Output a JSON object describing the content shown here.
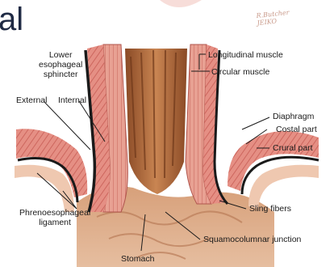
{
  "title_fragment": "al",
  "signature": "R.Butcher\nJEIKO",
  "labels": {
    "lower_esophageal_sphincter": [
      "Lower",
      "esophageal",
      "sphincter"
    ],
    "external": "External",
    "internal": "Internal",
    "longitudinal_muscle": "Longitudinal muscle",
    "circular_muscle": "Circular muscle",
    "diaphragm": "Diaphragm",
    "costal_part": "Costal part",
    "crural_part": "Crural part",
    "phrenoesophageal_ligament": [
      "Phrenoesophageal",
      "ligament"
    ],
    "sling_fibers": "Sling fibers",
    "squamocolumnar_junction": "Squamocolumnar junction",
    "stomach": "Stomach"
  },
  "colors": {
    "muscle": "#d9726a",
    "tissue": "#e9b49b",
    "lumen": "#b86a3c",
    "outline": "#1a1a1a"
  }
}
